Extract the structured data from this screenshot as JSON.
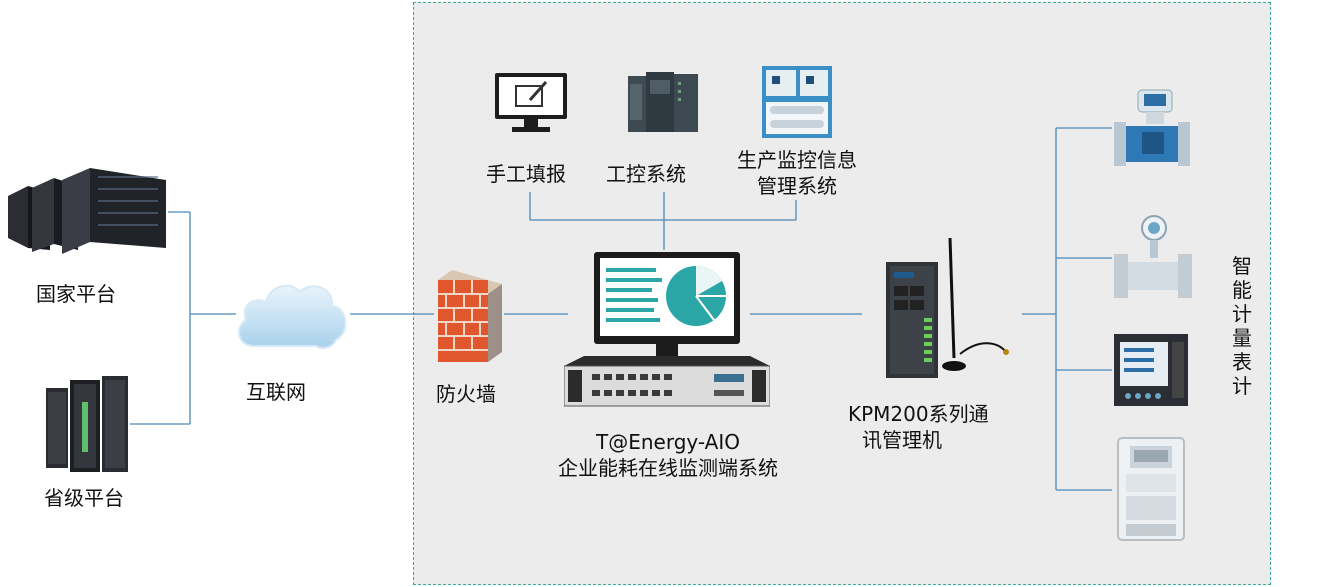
{
  "left": {
    "national_platform": "国家平台",
    "provincial_platform": "省级平台",
    "internet": "互联网",
    "firewall": "防火墙"
  },
  "top_sources": {
    "manual": "手工填报",
    "ics": "工控系统",
    "production_line1": "生产监控信息",
    "production_line2": "管理系统"
  },
  "center": {
    "product_name": "T@Energy-AIO",
    "product_desc": "企业能耗在线监测端系统"
  },
  "gateway": {
    "line1": "KPM200系列通",
    "line2": "讯管理机"
  },
  "right": {
    "meters_label": "智能计量表计"
  },
  "colors": {
    "accent_teal": "#2aa6a6",
    "wire": "#4a89b8",
    "zone_border": "#3aa89a"
  }
}
